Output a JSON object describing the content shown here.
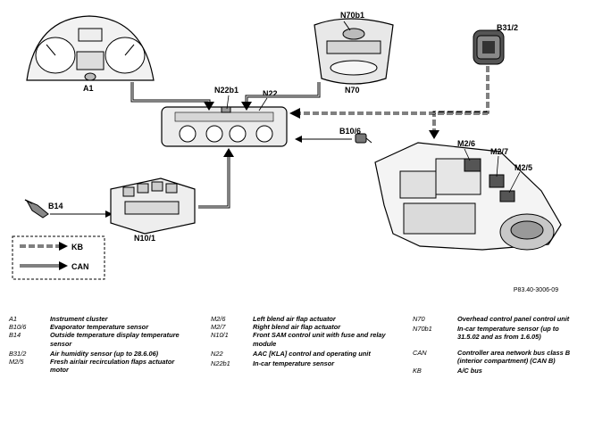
{
  "components": {
    "a1": "A1",
    "n70b1": "N70b1",
    "b31_2": "B31/2",
    "n70": "N70",
    "n22b1": "N22b1",
    "n22": "N22",
    "b10_6": "B10/6",
    "m2_6": "M2/6",
    "m2_7": "M2/7",
    "m2_5": "M2/5",
    "b14": "B14",
    "n10_1": "N10/1"
  },
  "key": {
    "kb": "KB",
    "can": "CAN"
  },
  "figure_ref": "P83.40-3006-09",
  "legend": {
    "col1": [
      {
        "code": "A1",
        "desc": "Instrument cluster"
      },
      {
        "code": "B10/6",
        "desc": "Evaporator temperature sensor"
      },
      {
        "code": "B14",
        "desc": "Outside temperature display temperature sensor"
      },
      {
        "code": "B31/2",
        "desc": "Air humidity sensor (up to 28.6.06)"
      },
      {
        "code": "M2/5",
        "desc": "Fresh air/air recirculation flaps actuator motor"
      }
    ],
    "col2": [
      {
        "code": "M2/6",
        "desc": "Left blend air flap actuator"
      },
      {
        "code": "M2/7",
        "desc": "Right blend air flap actuator"
      },
      {
        "code": "N10/1",
        "desc": "Front SAM control unit with fuse and relay module"
      },
      {
        "code": "N22",
        "desc": "AAC [KLA] control and operating unit"
      },
      {
        "code": "N22b1",
        "desc": "In-car temperature sensor"
      }
    ],
    "col3": [
      {
        "code": "N70",
        "desc": "Overhead control panel control unit"
      },
      {
        "code": "N70b1",
        "desc": "In-car temperature sensor (up to 31.5.02 and as from 1.6.05)"
      },
      {
        "code": "CAN",
        "desc": "Controller area network bus class B (interior compartment) (CAN B)"
      },
      {
        "code": "KB",
        "desc": "A/C bus"
      }
    ]
  }
}
